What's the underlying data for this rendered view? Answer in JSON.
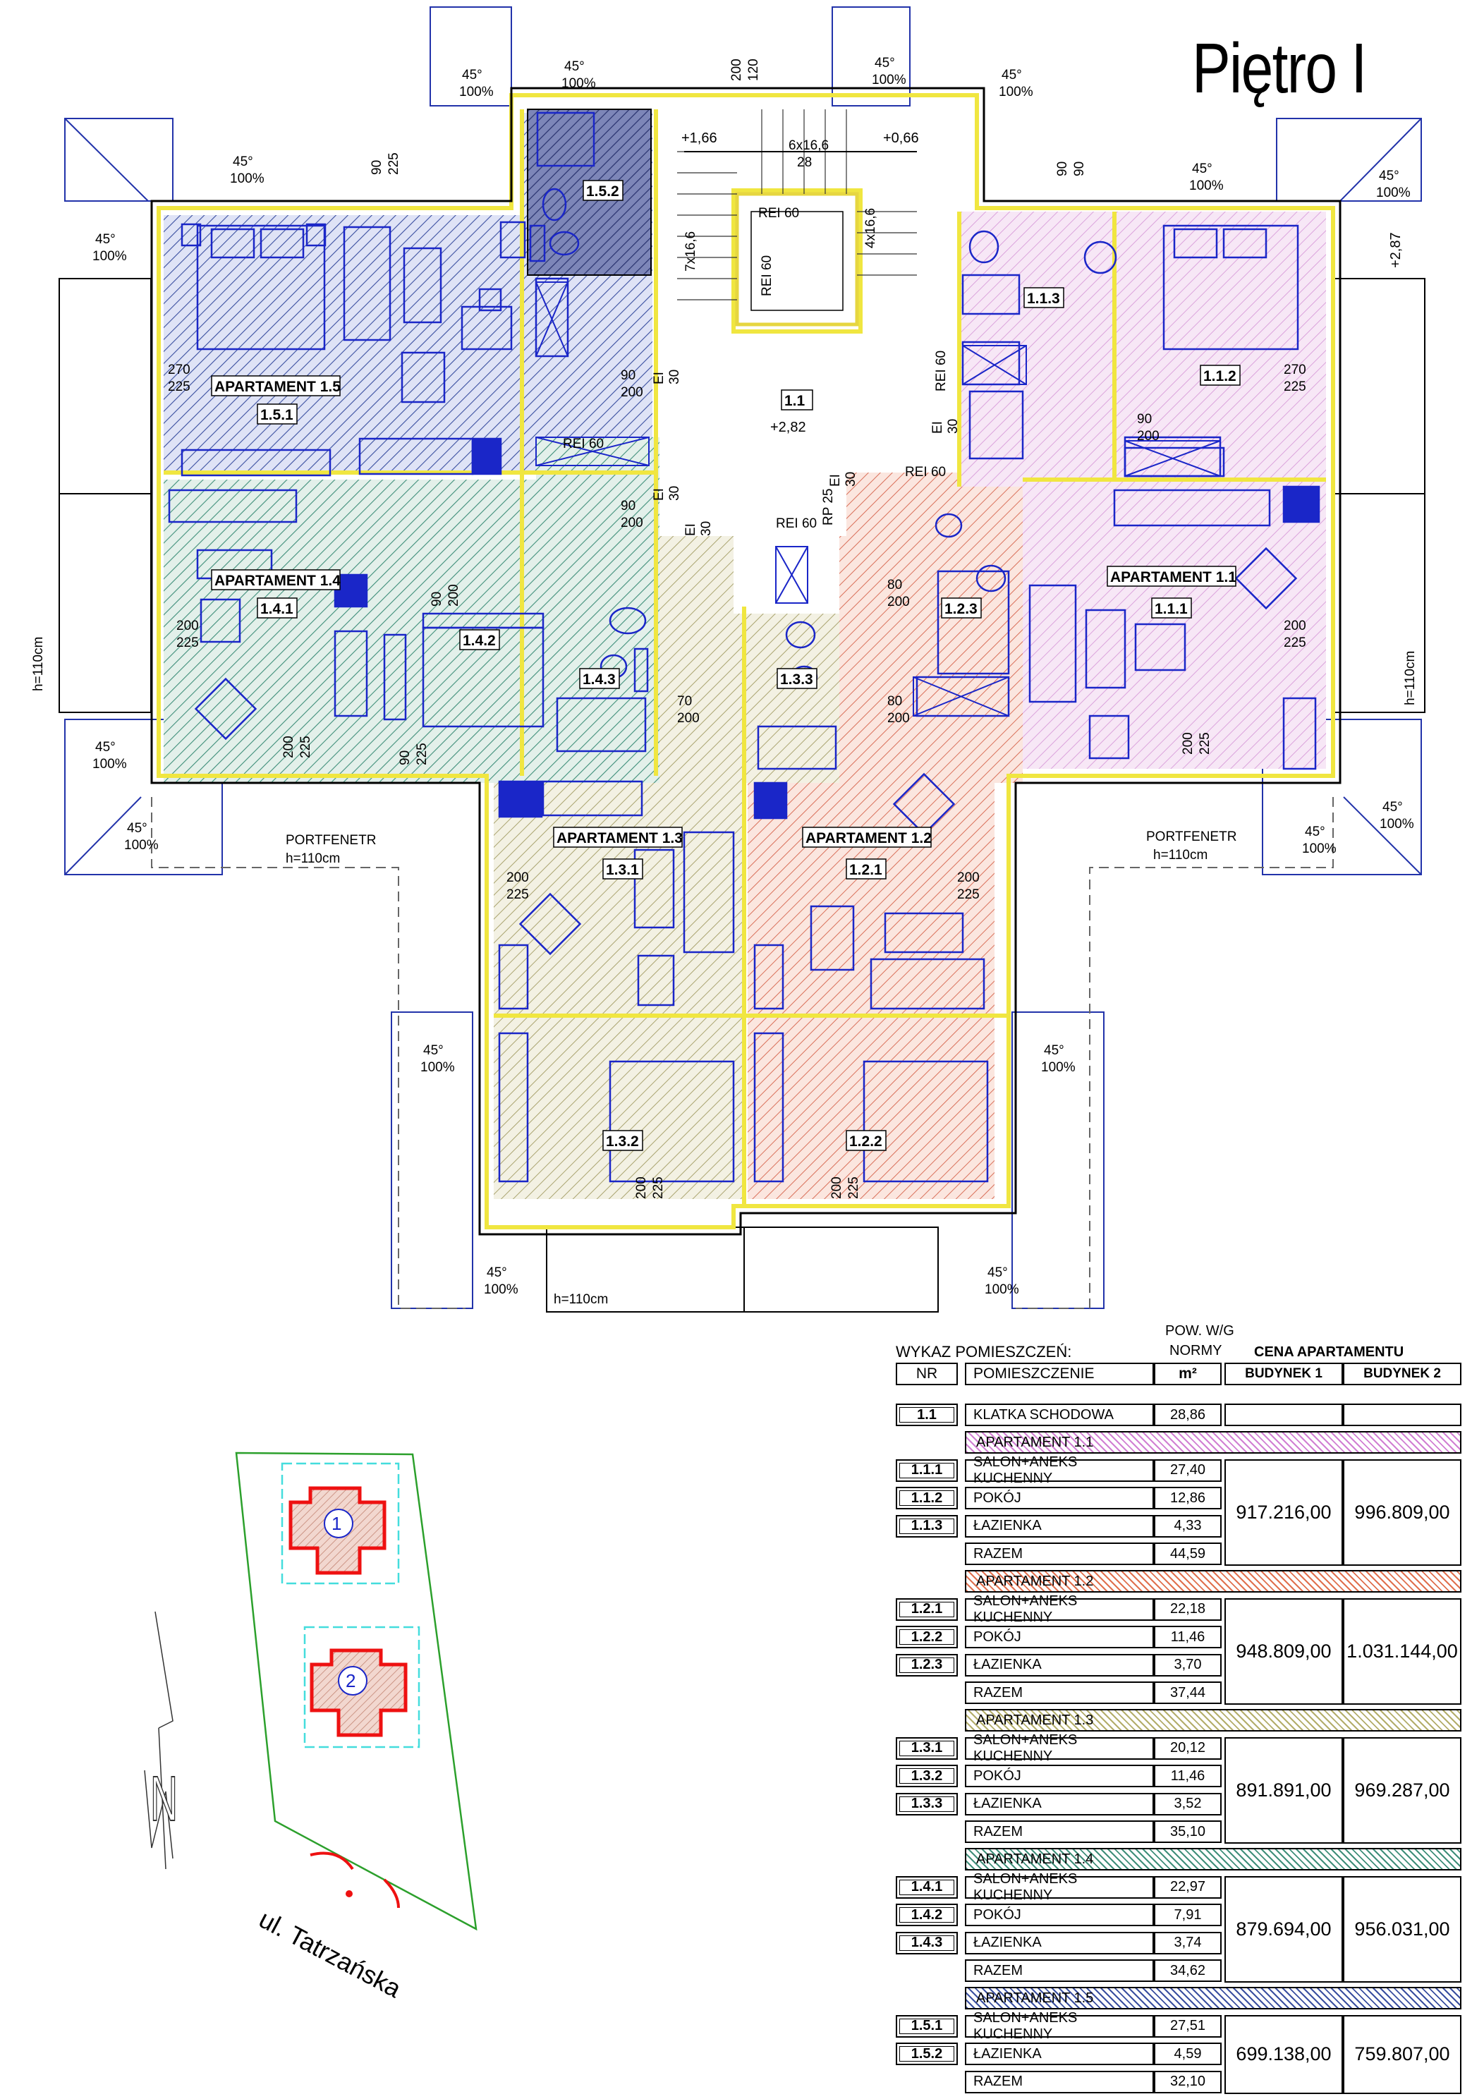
{
  "page": {
    "title": "Piętro I",
    "street_label": "ul. Tatrzańska"
  },
  "plan": {
    "apartments": [
      {
        "label": "APARTAMENT 1.5",
        "rooms": [
          "1.5.1",
          "1.5.2"
        ],
        "color": "#3a4fa0"
      },
      {
        "label": "APARTAMENT 1.4",
        "rooms": [
          "1.4.1",
          "1.4.2",
          "1.4.3"
        ],
        "color": "#3f8f7a"
      },
      {
        "label": "APARTAMENT 1.3",
        "rooms": [
          "1.3.1",
          "1.3.2",
          "1.3.3"
        ],
        "color": "#a6a070"
      },
      {
        "label": "APARTAMENT 1.2",
        "rooms": [
          "1.2.1",
          "1.2.2",
          "1.2.3"
        ],
        "color": "#d9705a"
      },
      {
        "label": "APARTAMENT 1.1",
        "rooms": [
          "1.1.1",
          "1.1.2",
          "1.1.3"
        ],
        "color": "#dba3dc"
      }
    ],
    "stair": {
      "nr": "1.1",
      "level": "+2,82",
      "up": "+1,66",
      "down": "+0,66",
      "top_level": "+2,87"
    },
    "roof_slope": {
      "angle": "45°",
      "pct": "100%"
    },
    "portfenetr": "PORTFENETR",
    "window_height": "h=110cm",
    "fire_rating": "REI 60",
    "door_rating": "EI",
    "door_rating_val": "30",
    "dims": [
      "270",
      "225",
      "200",
      "90",
      "80",
      "120",
      "70",
      "100%",
      "6x16,6",
      "28",
      "7x16,6",
      "4x16,6",
      "RP 25"
    ]
  },
  "site": {
    "building_1": "1",
    "building_2": "2",
    "north": "N"
  },
  "table": {
    "title": "WYKAZ POMIESZCZEŃ:",
    "area_header_line1": "POW. W/G",
    "area_header_line2": "NORMY",
    "price_header": "CENA APARTAMENTU",
    "col_nr": "NR",
    "col_room": "POMIESZCZENIE",
    "col_unit": "m²",
    "col_b1": "BUDYNEK 1",
    "col_b2": "BUDYNEK 2",
    "rows": [
      {
        "kind": "room",
        "nr": "1.1",
        "name": "KLATKA SCHODOWA",
        "area": "28,86"
      },
      {
        "kind": "apt",
        "name": "APARTAMENT 1.1",
        "color": "#d17fd3"
      },
      {
        "kind": "room",
        "nr": "1.1.1",
        "name": "SALON+ANEKS KUCHENNY",
        "area": "27,40"
      },
      {
        "kind": "room",
        "nr": "1.1.2",
        "name": "POKÓJ",
        "area": "12,86"
      },
      {
        "kind": "room",
        "nr": "1.1.3",
        "name": "ŁAZIENKA",
        "area": "4,33"
      },
      {
        "kind": "sum",
        "name": "RAZEM",
        "area": "44,59"
      },
      {
        "kind": "apt",
        "name": "APARTAMENT 1.2",
        "color": "#e0704e"
      },
      {
        "kind": "room",
        "nr": "1.2.1",
        "name": "SALON+ANEKS KUCHENNY",
        "area": "22,18"
      },
      {
        "kind": "room",
        "nr": "1.2.2",
        "name": "POKÓJ",
        "area": "11,46"
      },
      {
        "kind": "room",
        "nr": "1.2.3",
        "name": "ŁAZIENKA",
        "area": "3,70"
      },
      {
        "kind": "sum",
        "name": "RAZEM",
        "area": "37,44"
      },
      {
        "kind": "apt",
        "name": "APARTAMENT 1.3",
        "color": "#b3ad6a"
      },
      {
        "kind": "room",
        "nr": "1.3.1",
        "name": "SALON+ANEKS KUCHENNY",
        "area": "20,12"
      },
      {
        "kind": "room",
        "nr": "1.3.2",
        "name": "POKÓJ",
        "area": "11,46"
      },
      {
        "kind": "room",
        "nr": "1.3.3",
        "name": "ŁAZIENKA",
        "area": "3,52"
      },
      {
        "kind": "sum",
        "name": "RAZEM",
        "area": "35,10"
      },
      {
        "kind": "apt",
        "name": "APARTAMENT 1.4",
        "color": "#3f8f7a"
      },
      {
        "kind": "room",
        "nr": "1.4.1",
        "name": "SALON+ANEKS KUCHENNY",
        "area": "22,97"
      },
      {
        "kind": "room",
        "nr": "1.4.2",
        "name": "POKÓJ",
        "area": "7,91"
      },
      {
        "kind": "room",
        "nr": "1.4.3",
        "name": "ŁAZIENKA",
        "area": "3,74"
      },
      {
        "kind": "sum",
        "name": "RAZEM",
        "area": "34,62"
      },
      {
        "kind": "apt",
        "name": "APARTAMENT 1.5",
        "color": "#3a4fa0"
      },
      {
        "kind": "room",
        "nr": "1.5.1",
        "name": "SALON+ANEKS KUCHENNY",
        "area": "27,51"
      },
      {
        "kind": "room",
        "nr": "1.5.2",
        "name": "ŁAZIENKA",
        "area": "4,59"
      },
      {
        "kind": "sum",
        "name": "RAZEM",
        "area": "32,10"
      }
    ],
    "prices": [
      {
        "b1": "917.216,00",
        "b2": "996.809,00"
      },
      {
        "b1": "948.809,00",
        "b2": "1.031.144,00"
      },
      {
        "b1": "891.891,00",
        "b2": "969.287,00"
      },
      {
        "b1": "879.694,00",
        "b2": "956.031,00"
      },
      {
        "b1": "699.138,00",
        "b2": "759.807,00"
      }
    ]
  }
}
